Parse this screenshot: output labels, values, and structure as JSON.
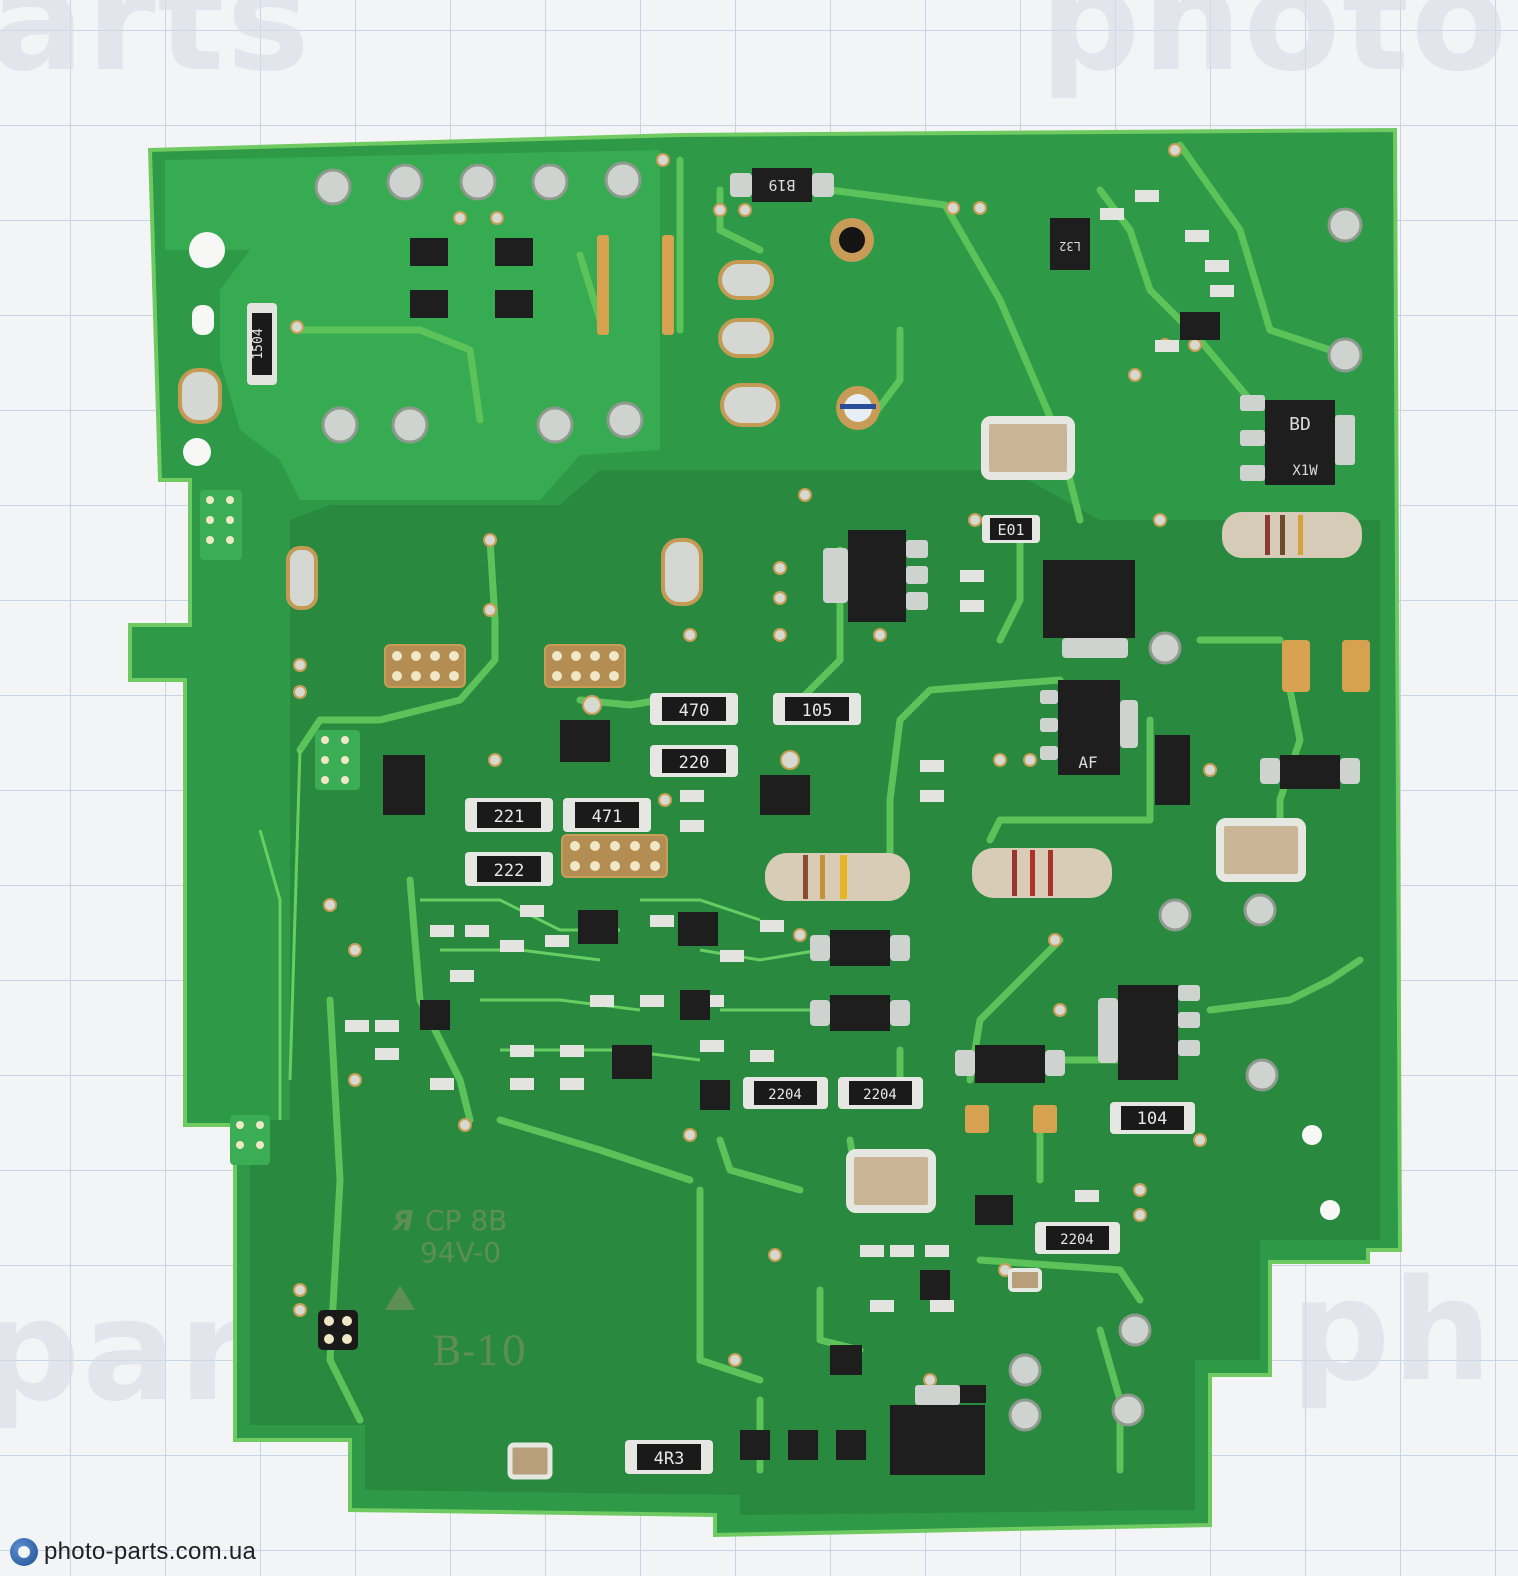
{
  "board": {
    "resistor_labels": {
      "r1504": "1504",
      "r470": "470",
      "r220": "220",
      "r221": "221",
      "r471": "471",
      "r222": "222",
      "r105": "105",
      "r2204a": "2204",
      "r2204b": "2204",
      "r2204c": "2204",
      "r104": "104",
      "r4r3": "4R3",
      "e01": "E01"
    },
    "ic_labels": {
      "bd": "BD",
      "x1w": "X1W",
      "b19": "B19",
      "af": "AF",
      "l32": "L32"
    },
    "markings": {
      "ul": "CP 8B",
      "rating": "94V-0",
      "board_id": "B-10"
    }
  },
  "footer": {
    "site": "photo-parts.com.ua"
  },
  "colors": {
    "board_green": "#2d9a47",
    "copper_light": "#63c85a",
    "pad": "#b9bdb7",
    "watermark": "#d9dee8"
  }
}
